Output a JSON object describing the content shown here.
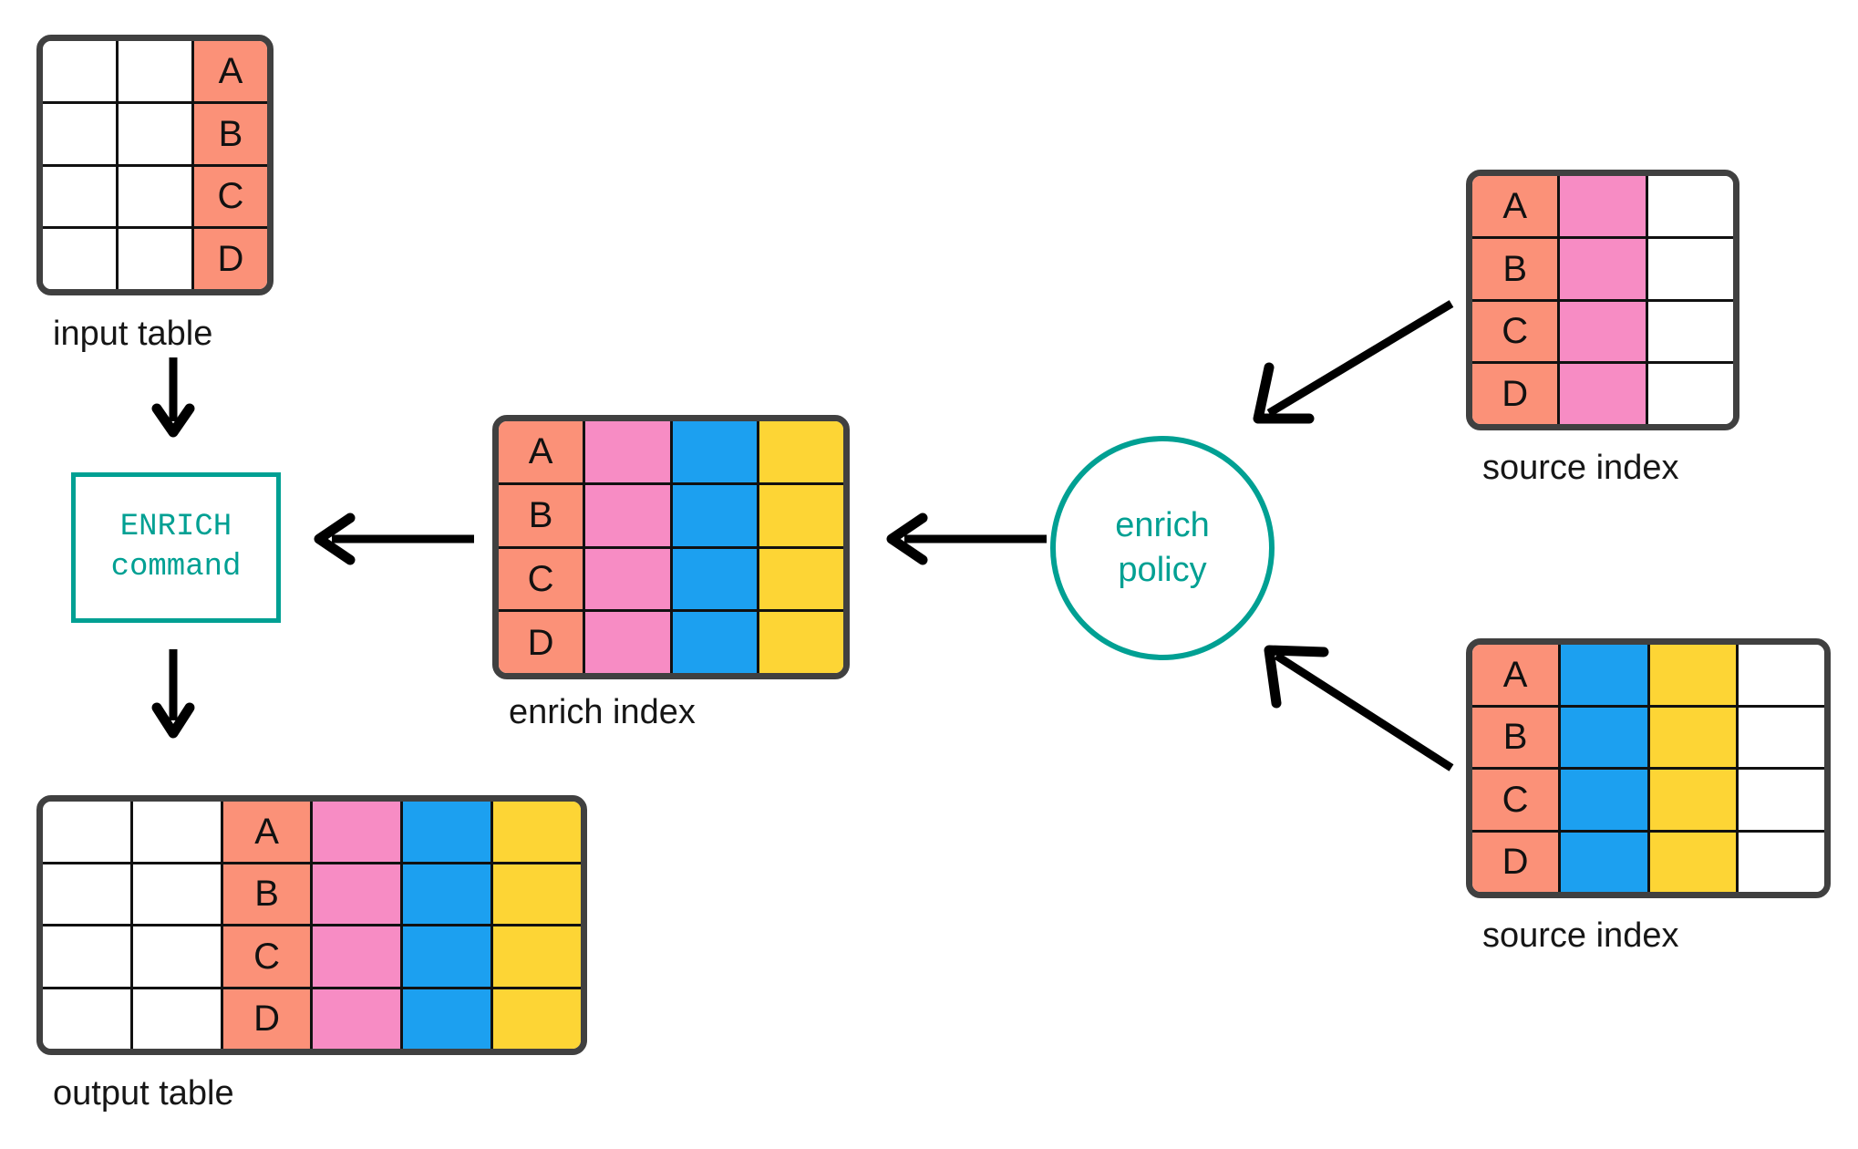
{
  "colors": {
    "salmon": "#FB9178",
    "pink": "#F78CC4",
    "blue": "#1CA0F0",
    "yellow": "#FDD535",
    "white": "#FFFFFF",
    "teal": "#00A093",
    "outline": "#404040",
    "gridline": "#111111",
    "arrow": "#000000"
  },
  "diagram": {
    "title_absent": true
  },
  "input_table": {
    "caption": "input table",
    "columns": 3,
    "rows": [
      {
        "cells": [
          {
            "fill": "white",
            "label": ""
          },
          {
            "fill": "white",
            "label": ""
          },
          {
            "fill": "salmon",
            "label": "A"
          }
        ]
      },
      {
        "cells": [
          {
            "fill": "white",
            "label": ""
          },
          {
            "fill": "white",
            "label": ""
          },
          {
            "fill": "salmon",
            "label": "B"
          }
        ]
      },
      {
        "cells": [
          {
            "fill": "white",
            "label": ""
          },
          {
            "fill": "white",
            "label": ""
          },
          {
            "fill": "salmon",
            "label": "C"
          }
        ]
      },
      {
        "cells": [
          {
            "fill": "white",
            "label": ""
          },
          {
            "fill": "white",
            "label": ""
          },
          {
            "fill": "salmon",
            "label": "D"
          }
        ]
      }
    ]
  },
  "output_table": {
    "caption": "output table",
    "columns": 6,
    "rows": [
      {
        "cells": [
          {
            "fill": "white",
            "label": ""
          },
          {
            "fill": "white",
            "label": ""
          },
          {
            "fill": "salmon",
            "label": "A"
          },
          {
            "fill": "pink",
            "label": ""
          },
          {
            "fill": "blue",
            "label": ""
          },
          {
            "fill": "yellow",
            "label": ""
          }
        ]
      },
      {
        "cells": [
          {
            "fill": "white",
            "label": ""
          },
          {
            "fill": "white",
            "label": ""
          },
          {
            "fill": "salmon",
            "label": "B"
          },
          {
            "fill": "pink",
            "label": ""
          },
          {
            "fill": "blue",
            "label": ""
          },
          {
            "fill": "yellow",
            "label": ""
          }
        ]
      },
      {
        "cells": [
          {
            "fill": "white",
            "label": ""
          },
          {
            "fill": "white",
            "label": ""
          },
          {
            "fill": "salmon",
            "label": "C"
          },
          {
            "fill": "pink",
            "label": ""
          },
          {
            "fill": "blue",
            "label": ""
          },
          {
            "fill": "yellow",
            "label": ""
          }
        ]
      },
      {
        "cells": [
          {
            "fill": "white",
            "label": ""
          },
          {
            "fill": "white",
            "label": ""
          },
          {
            "fill": "salmon",
            "label": "D"
          },
          {
            "fill": "pink",
            "label": ""
          },
          {
            "fill": "blue",
            "label": ""
          },
          {
            "fill": "yellow",
            "label": ""
          }
        ]
      }
    ]
  },
  "enrich_index": {
    "caption": "enrich index",
    "columns": 4,
    "rows": [
      {
        "cells": [
          {
            "fill": "salmon",
            "label": "A"
          },
          {
            "fill": "pink",
            "label": ""
          },
          {
            "fill": "blue",
            "label": ""
          },
          {
            "fill": "yellow",
            "label": ""
          }
        ]
      },
      {
        "cells": [
          {
            "fill": "salmon",
            "label": "B"
          },
          {
            "fill": "pink",
            "label": ""
          },
          {
            "fill": "blue",
            "label": ""
          },
          {
            "fill": "yellow",
            "label": ""
          }
        ]
      },
      {
        "cells": [
          {
            "fill": "salmon",
            "label": "C"
          },
          {
            "fill": "pink",
            "label": ""
          },
          {
            "fill": "blue",
            "label": ""
          },
          {
            "fill": "yellow",
            "label": ""
          }
        ]
      },
      {
        "cells": [
          {
            "fill": "salmon",
            "label": "D"
          },
          {
            "fill": "pink",
            "label": ""
          },
          {
            "fill": "blue",
            "label": ""
          },
          {
            "fill": "yellow",
            "label": ""
          }
        ]
      }
    ]
  },
  "source_index_top": {
    "caption": "source index",
    "columns": 3,
    "rows": [
      {
        "cells": [
          {
            "fill": "salmon",
            "label": "A"
          },
          {
            "fill": "pink",
            "label": ""
          },
          {
            "fill": "white",
            "label": ""
          }
        ]
      },
      {
        "cells": [
          {
            "fill": "salmon",
            "label": "B"
          },
          {
            "fill": "pink",
            "label": ""
          },
          {
            "fill": "white",
            "label": ""
          }
        ]
      },
      {
        "cells": [
          {
            "fill": "salmon",
            "label": "C"
          },
          {
            "fill": "pink",
            "label": ""
          },
          {
            "fill": "white",
            "label": ""
          }
        ]
      },
      {
        "cells": [
          {
            "fill": "salmon",
            "label": "D"
          },
          {
            "fill": "pink",
            "label": ""
          },
          {
            "fill": "white",
            "label": ""
          }
        ]
      }
    ]
  },
  "source_index_bottom": {
    "caption": "source index",
    "columns": 4,
    "rows": [
      {
        "cells": [
          {
            "fill": "salmon",
            "label": "A"
          },
          {
            "fill": "blue",
            "label": ""
          },
          {
            "fill": "yellow",
            "label": ""
          },
          {
            "fill": "white",
            "label": ""
          }
        ]
      },
      {
        "cells": [
          {
            "fill": "salmon",
            "label": "B"
          },
          {
            "fill": "blue",
            "label": ""
          },
          {
            "fill": "yellow",
            "label": ""
          },
          {
            "fill": "white",
            "label": ""
          }
        ]
      },
      {
        "cells": [
          {
            "fill": "salmon",
            "label": "C"
          },
          {
            "fill": "blue",
            "label": ""
          },
          {
            "fill": "yellow",
            "label": ""
          },
          {
            "fill": "white",
            "label": ""
          }
        ]
      },
      {
        "cells": [
          {
            "fill": "salmon",
            "label": "D"
          },
          {
            "fill": "blue",
            "label": ""
          },
          {
            "fill": "yellow",
            "label": ""
          },
          {
            "fill": "white",
            "label": ""
          }
        ]
      }
    ]
  },
  "enrich_command": {
    "line1": "ENRICH",
    "line2": "command"
  },
  "enrich_policy": {
    "line1": "enrich",
    "line2": "policy"
  },
  "arrows": [
    {
      "name": "input-to-command",
      "direction": "down"
    },
    {
      "name": "command-to-output",
      "direction": "down"
    },
    {
      "name": "enrich-index-to-command",
      "direction": "left"
    },
    {
      "name": "policy-to-enrich-index",
      "direction": "left"
    },
    {
      "name": "source-top-to-policy",
      "direction": "down-left"
    },
    {
      "name": "source-bottom-to-policy",
      "direction": "up-left"
    }
  ]
}
